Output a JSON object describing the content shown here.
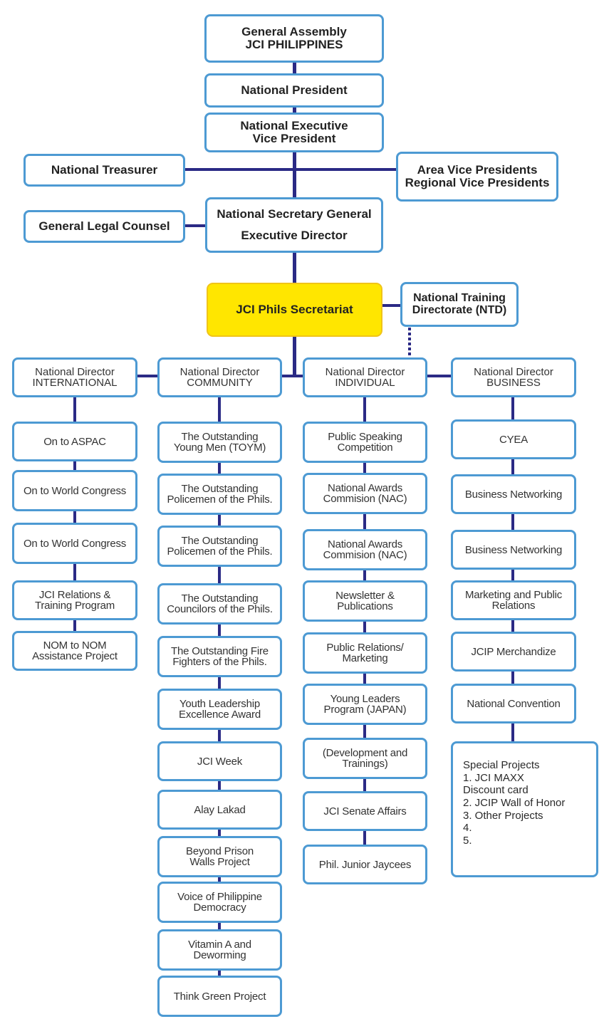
{
  "title": "JCI Philippines Organizational Chart",
  "colors": {
    "box_border": "#4d9ad3",
    "connector": "#2b2a85",
    "secretariat_fill": "#ffe600",
    "text": "#2a2a2a"
  },
  "top": {
    "general_assembly": "General Assembly\nJCI PHILIPPINES",
    "national_president": "National President",
    "executive_vp": "National Executive\nVice President",
    "treasurer": "National Treasurer",
    "area_vps": "Area Vice Presidents\nRegional Vice Presidents",
    "legal_counsel": "General Legal Counsel",
    "secretary_general": "National Secretary General\nExecutive Director",
    "secretariat": "JCI Phils Secretariat",
    "ntd": "National Training\nDirectorate (NTD)"
  },
  "directors": [
    {
      "title": "National Director\nINTERNATIONAL",
      "items": [
        "On to ASPAC",
        "On to World Congress",
        "On to World Congress",
        "JCI Relations &\nTraining Program",
        "NOM to NOM\nAssistance Project"
      ]
    },
    {
      "title": "National Director\nCOMMUNITY",
      "items": [
        "The Outstanding\nYoung Men (TOYM)",
        "The Outstanding\nPolicemen of the Phils.",
        "The Outstanding\nPolicemen of the Phils.",
        "The Outstanding\nCouncilors of the Phils.",
        "The Outstanding Fire\nFighters of the Phils.",
        "Youth Leadership\nExcellence Award",
        "JCI Week",
        "Alay Lakad",
        "Beyond Prison\nWalls Project",
        "Voice of Philippine\nDemocracy",
        "Vitamin A and\nDeworming",
        "Think Green Project"
      ]
    },
    {
      "title": "National Director\nINDIVIDUAL",
      "items": [
        "Public Speaking\nCompetition",
        "National Awards\nCommision (NAC)",
        "National Awards\nCommision (NAC)",
        "Newsletter &\nPublications",
        "Public Relations/\nMarketing",
        "Young Leaders\nProgram (JAPAN)",
        "(Development and\nTrainings)",
        "JCI Senate Affairs",
        "Phil. Junior Jaycees"
      ]
    },
    {
      "title": "National Director\nBUSINESS",
      "items": [
        "CYEA",
        "Business Networking",
        "Business Networking",
        "Marketing and Public\nRelations",
        "JCIP Merchandize",
        "National Convention"
      ],
      "special_projects": "Special Projects\n1. JCI MAXX\n    Discount card\n2. JCIP Wall of Honor\n3. Other Projects\n4.\n5."
    }
  ]
}
